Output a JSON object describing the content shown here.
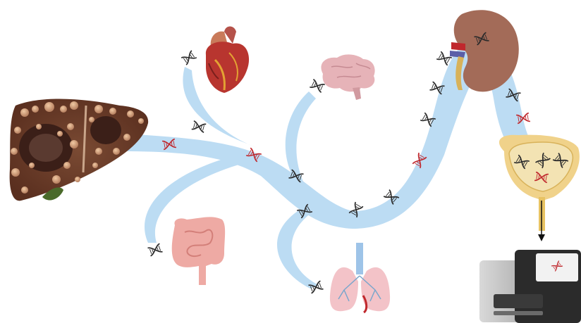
{
  "diagram": {
    "organs": [
      {
        "id": "liver",
        "icon": "liver-tumor-icon"
      },
      {
        "id": "heart",
        "icon": "heart-icon"
      },
      {
        "id": "brain",
        "icon": "brain-icon"
      },
      {
        "id": "kidney",
        "icon": "kidney-icon"
      },
      {
        "id": "bladder",
        "icon": "bladder-icon"
      },
      {
        "id": "intestine",
        "icon": "intestine-icon"
      },
      {
        "id": "lungs",
        "icon": "lungs-icon"
      },
      {
        "id": "sequencer",
        "icon": "sequencing-machine-icon"
      }
    ],
    "dna": {
      "normal_color": "#2b2b2b",
      "tumor_color": "#c0282d",
      "icon": "dna-strand-icon"
    },
    "flow_color": "#bcdcf3"
  }
}
